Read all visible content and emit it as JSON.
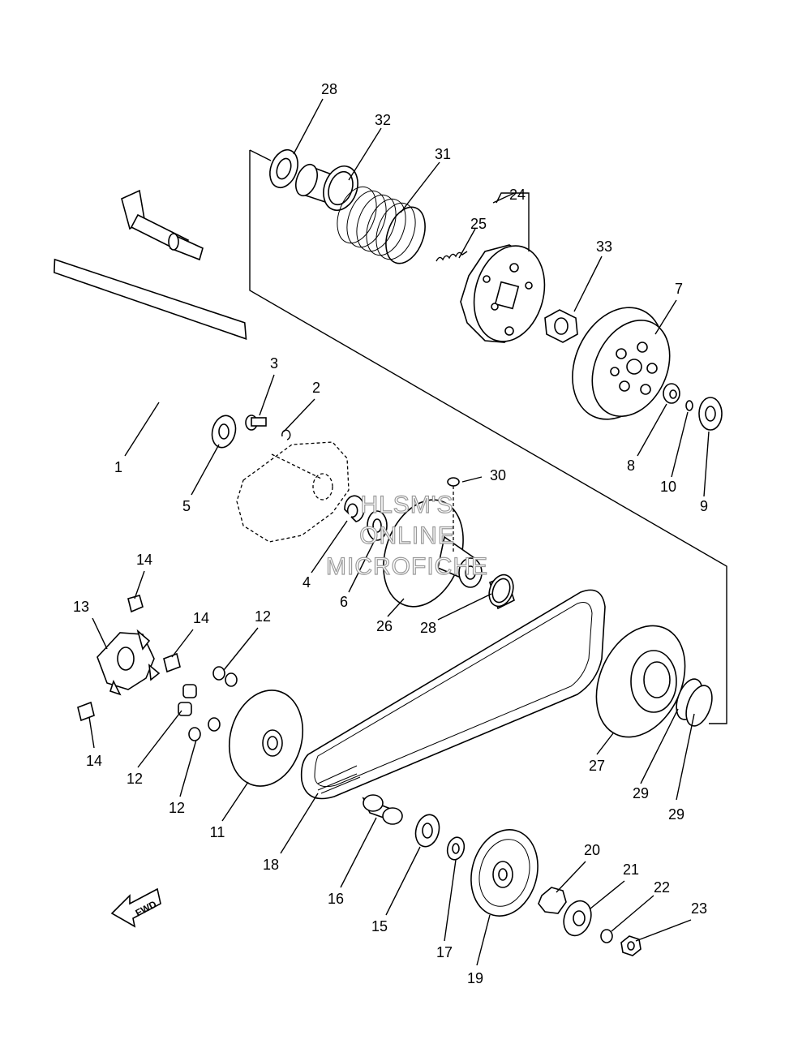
{
  "labels": {
    "p1": "1",
    "p2": "2",
    "p3": "3",
    "p4": "4",
    "p5": "5",
    "p6": "6",
    "p7": "7",
    "p8": "8",
    "p9": "9",
    "p10": "10",
    "p11": "11",
    "p12a": "12",
    "p12b": "12",
    "p12c": "12",
    "p13": "13",
    "p14a": "14",
    "p14b": "14",
    "p14c": "14",
    "p15": "15",
    "p16": "16",
    "p17": "17",
    "p18": "18",
    "p19": "19",
    "p20": "20",
    "p21": "21",
    "p22": "22",
    "p23": "23",
    "p24": "24",
    "p25": "25",
    "p26": "26",
    "p27": "27",
    "p28a": "28",
    "p28b": "28",
    "p29a": "29",
    "p29b": "29",
    "p30": "30",
    "p31": "31",
    "p32": "32",
    "p33": "33"
  },
  "watermark": {
    "line1": "HLSM'S",
    "line2": "ONLINE",
    "line3": "MICROFICHE"
  },
  "fwd_arrow": {
    "label": "FWD"
  }
}
